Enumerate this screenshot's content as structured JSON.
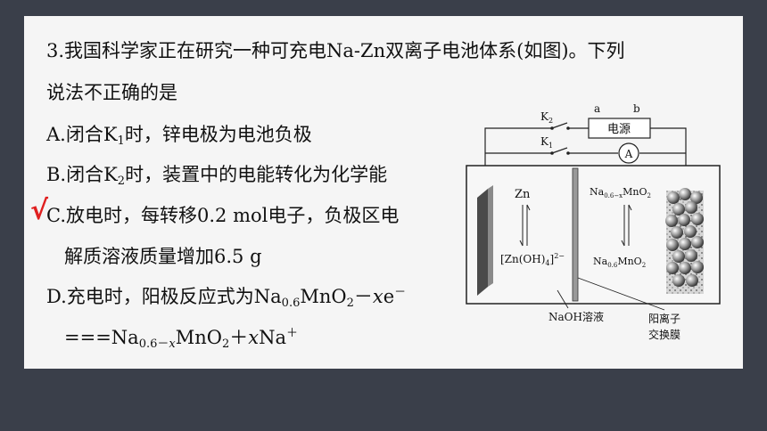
{
  "question": {
    "line1": "3.我国科学家正在研究一种可充电Na-Zn双离子电池体系(如图)。下列",
    "line2": "说法不正确的是",
    "opt_a": {
      "pre": "A.闭合K",
      "sub": "1",
      "post": "时，锌电极为电池负极"
    },
    "opt_b": {
      "pre": "B.闭合K",
      "sub": "2",
      "post": "时，装置中的电能转化为化学能"
    },
    "opt_c_line1": "C.放电时，每转移0.2 mol电子，负极区电",
    "opt_c_line2": "解质溶液质量增加6.5 g",
    "opt_d_line1": {
      "pre": "D.充电时，阳极反应式为Na",
      "sub1": "0.6",
      "mid": "MnO",
      "sub2": "2",
      "op": "－",
      "x": "x",
      "e": "e",
      "sup": "－"
    },
    "opt_d_line2": {
      "eq": "===Na",
      "sub1": "0.6－",
      "subx": "x",
      "mid": "MnO",
      "sub2": "2",
      "plus": "＋",
      "x": "x",
      "na": "Na",
      "sup": "＋"
    },
    "check_mark": "√"
  },
  "diagram": {
    "label_a": "a",
    "label_b": "b",
    "k2": "K",
    "k2_sub": "2",
    "k1": "K",
    "k1_sub": "1",
    "power": "电源",
    "ammeter": "A",
    "zn": "Zn",
    "zn_oh": "[Zn(OH)",
    "zn_oh_sub": "4",
    "zn_oh_close": "]",
    "zn_oh_sup": "2−",
    "right_top_pre": "Na",
    "right_top_sub": "0.6−x",
    "right_top_post": "MnO",
    "right_top_sub2": "2",
    "right_bot_pre": "Na",
    "right_bot_sub": "0.6",
    "right_bot_post": "MnO",
    "right_bot_sub2": "2",
    "naoh": "NaOH溶液",
    "membrane_1": "阳离子",
    "membrane_2": "交换膜"
  },
  "colors": {
    "background": "#3a3f4a",
    "card": "#f5f5f5",
    "check": "#e02020"
  }
}
